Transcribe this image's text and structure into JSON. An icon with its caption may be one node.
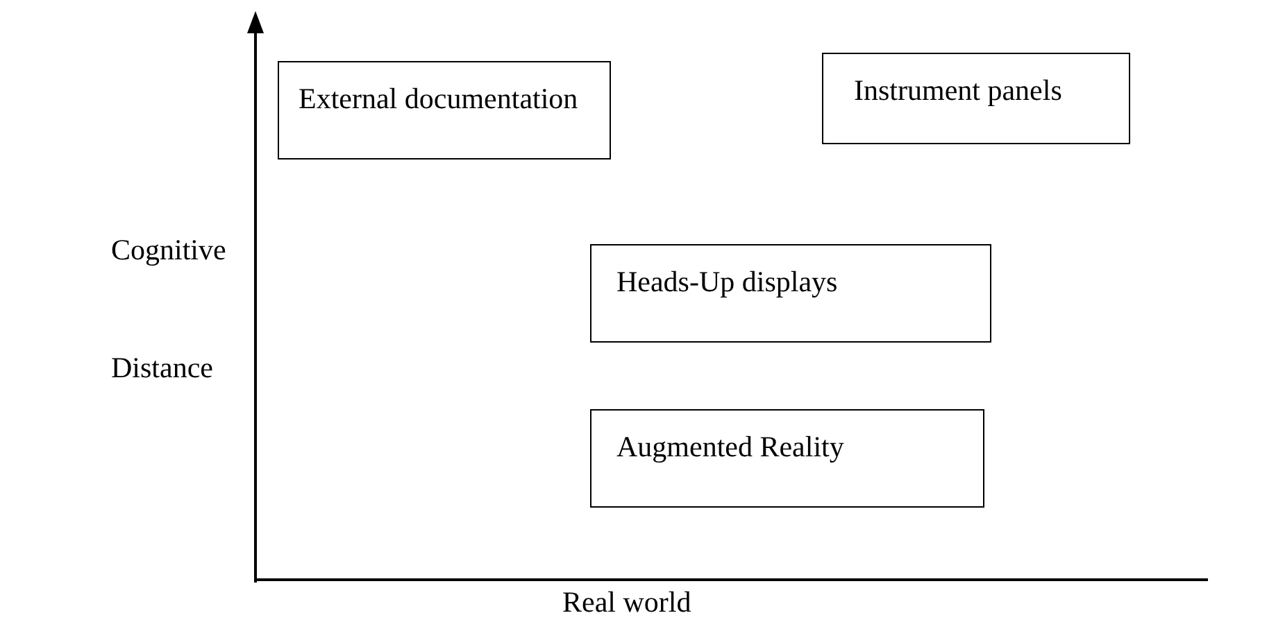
{
  "diagram": {
    "nodes": [
      {
        "text": [
          "External documentation"
        ]
      },
      {
        "text": [
          "Instrument panels"
        ]
      },
      {
        "text": [
          "Heads-Up displays"
        ]
      },
      {
        "text": [
          "Augmented Reality"
        ]
      }
    ],
    "edges": [],
    "labels": [
      "Cognitive Distance",
      "Real world"
    ]
  }
}
